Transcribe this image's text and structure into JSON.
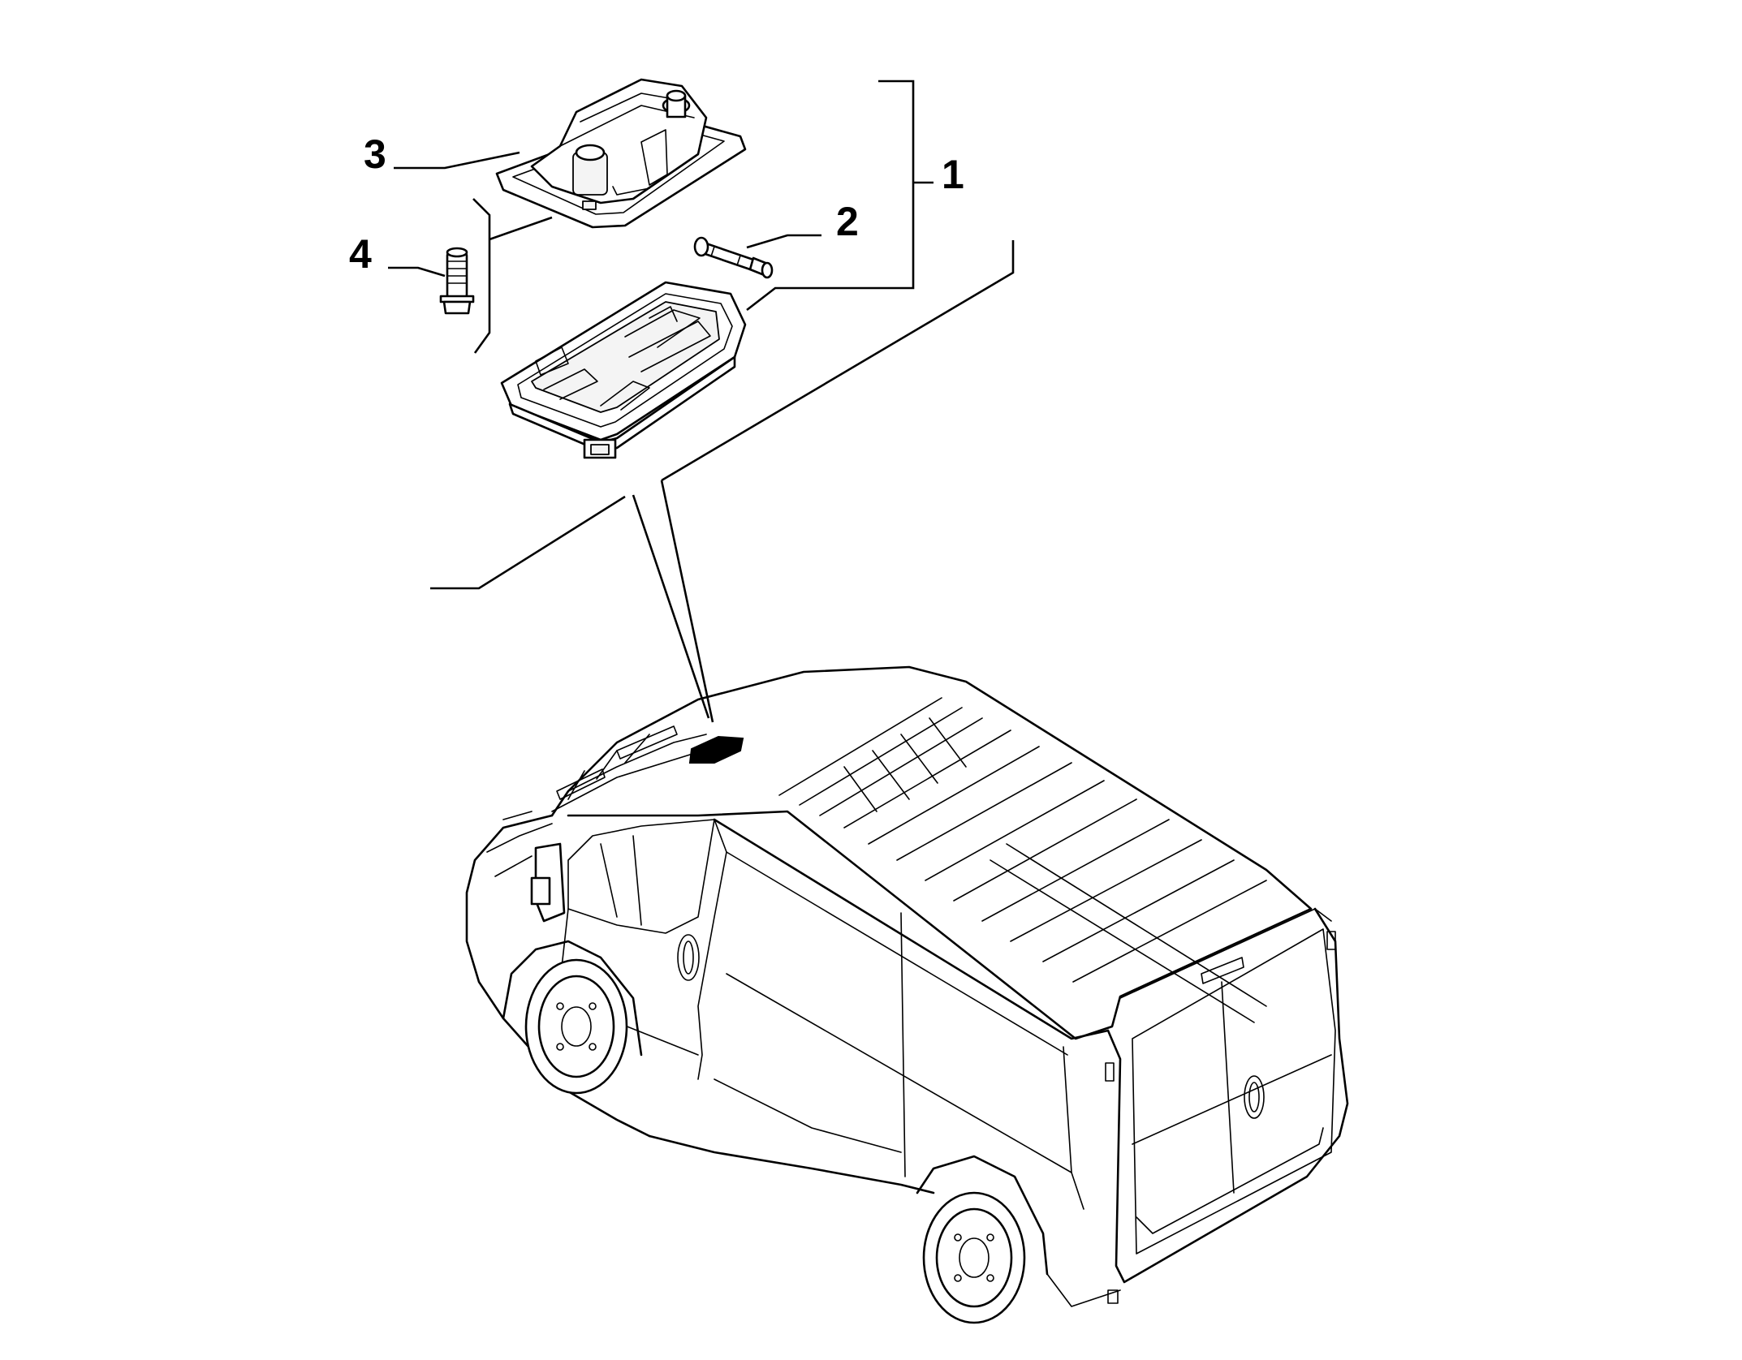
{
  "callouts": {
    "c1": "1",
    "c2": "2",
    "c3": "3",
    "c4": "4"
  },
  "colors": {
    "line": "#000000",
    "background": "#ffffff",
    "highlight": "#000000"
  },
  "icons": {
    "lamp_lens": "lamp-lens-icon",
    "bulb": "festoon-bulb-icon",
    "lamp_housing": "lamp-housing-icon",
    "screw": "screw-icon",
    "van": "van-icon"
  }
}
